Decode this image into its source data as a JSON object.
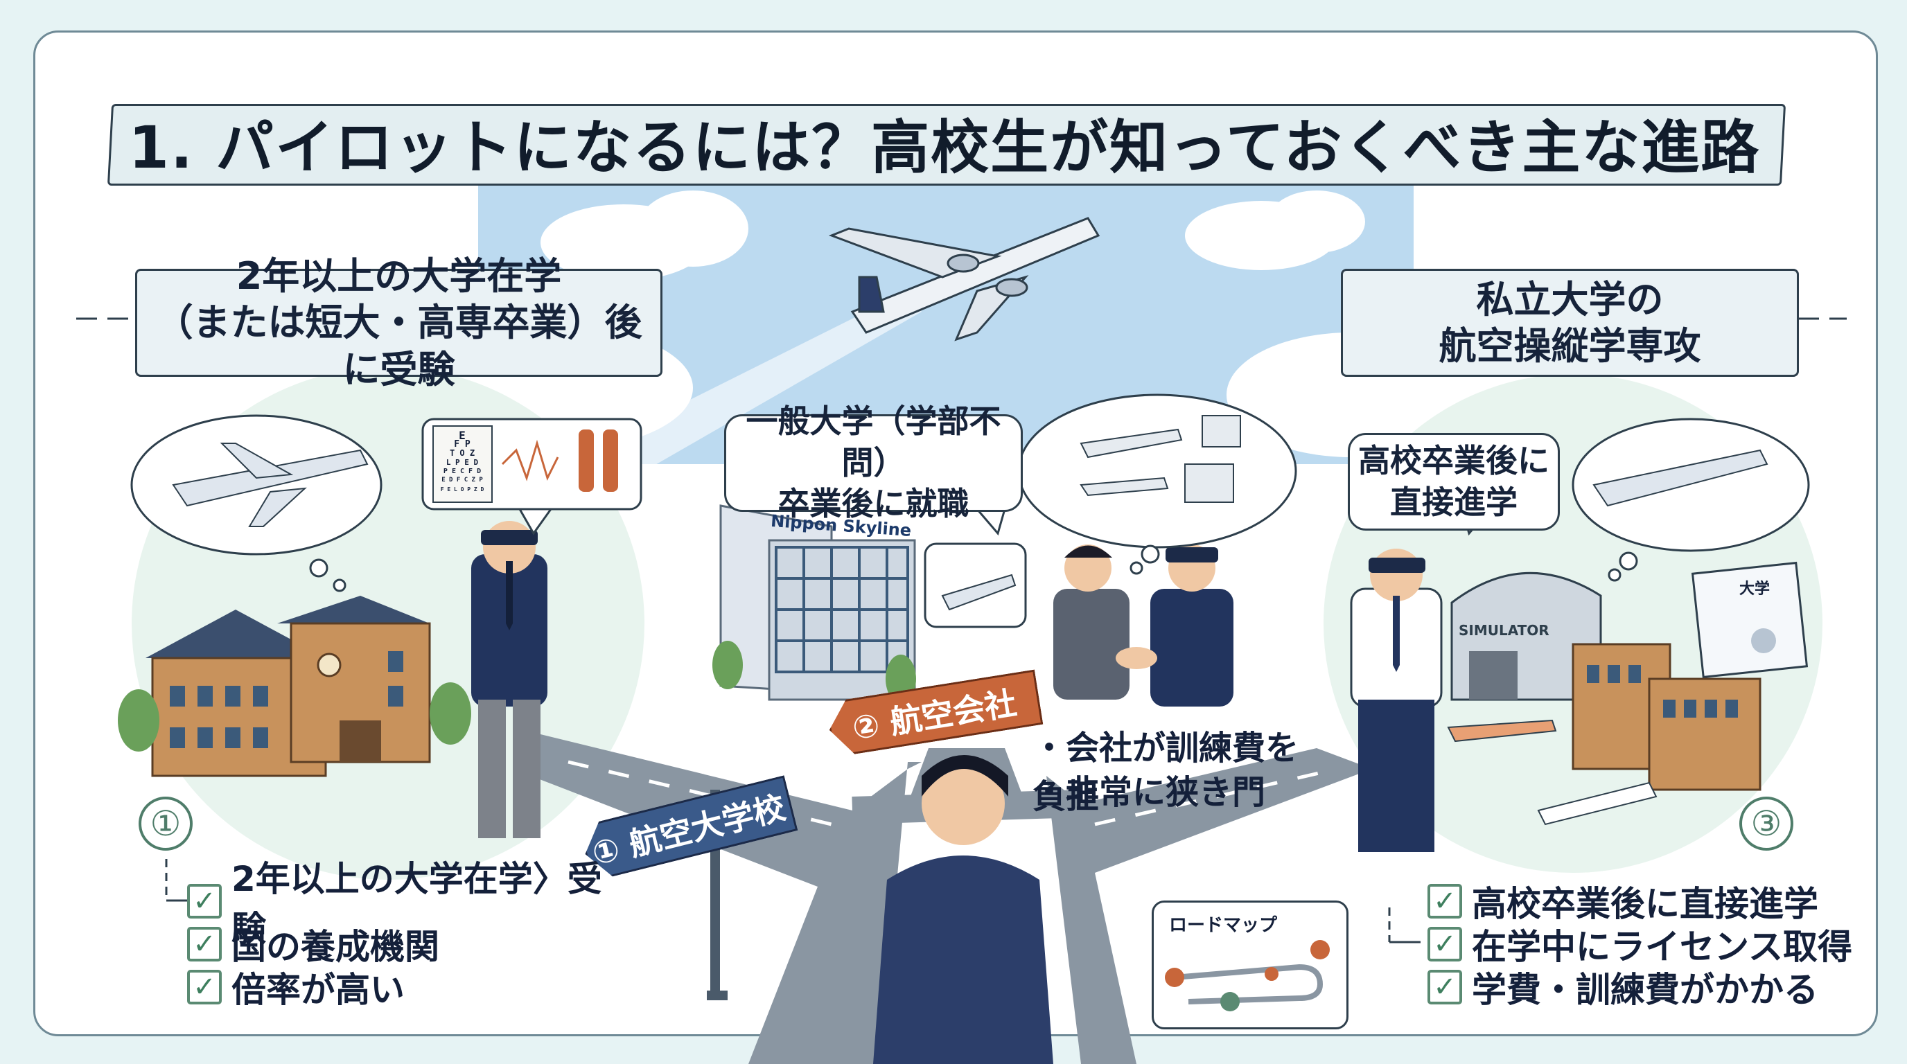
{
  "title": "1. パイロットになるには？高校生が知っておくべき主な進路",
  "left": {
    "heading": [
      "2年以上の大学在学",
      "（または短大・高専卒業）後に受験"
    ],
    "number": "①",
    "checks": [
      "2年以上の大学在学〉受験",
      "国の養成機関",
      "倍率が高い"
    ]
  },
  "center": {
    "bubble": [
      "一般大学（学部不問）",
      "卒業後に就職"
    ],
    "building_sign": "Nippon Skyline",
    "signs": {
      "school": "① 航空大学校",
      "airline": "② 航空会社"
    },
    "bullets": [
      "・会社が訓練費を負担",
      "・非常に狭き門"
    ],
    "roadmap_label": "ロードマップ"
  },
  "right": {
    "heading": [
      "私立大学の",
      "航空操縦学専攻"
    ],
    "bubble": [
      "高校卒業後に",
      "直接進学"
    ],
    "number": "③",
    "checks": [
      "高校卒業後に直接進学",
      "在学中にライセンス取得",
      "学費・訓練費がかかる"
    ],
    "hangar_sign": "SIMULATOR",
    "certificate_label": "大学"
  },
  "eye_chart": [
    "E",
    "F P",
    "T O Z",
    "L P E D",
    "P E C F D",
    "E D F C Z P",
    "F E L O P Z D"
  ],
  "colors": {
    "frame_border": "#6f8a96",
    "sky": "#bcdaf0",
    "pilot_navy": "#22345e",
    "road": "#8a96a2",
    "sign_blue": "#3a5a8a",
    "sign_orange": "#c8663a",
    "check_green": "#5a8a72"
  },
  "icons": [
    "check-icon",
    "airplane-icon",
    "road-sign-icon",
    "roadmap-icon"
  ]
}
